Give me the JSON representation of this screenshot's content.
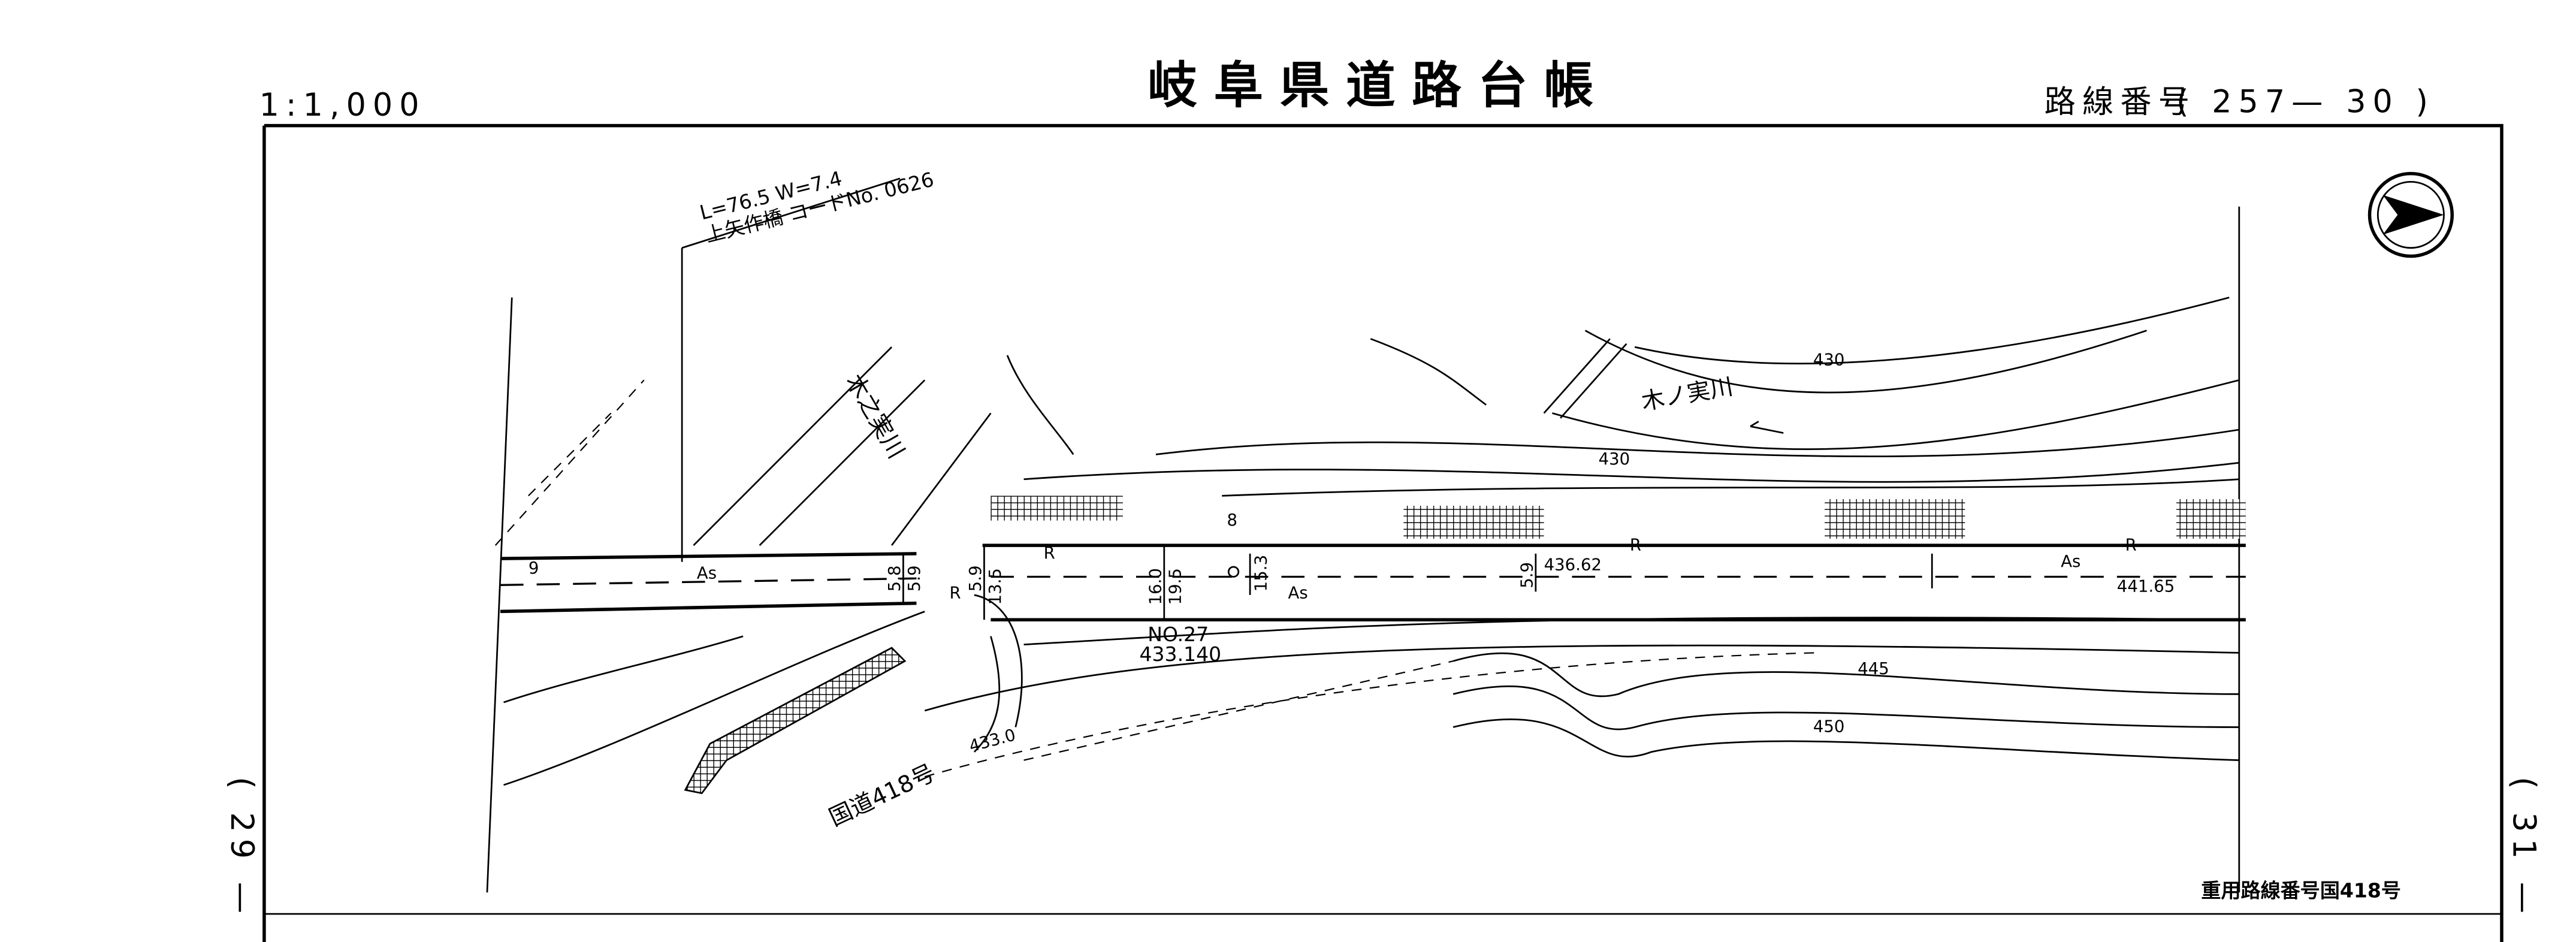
{
  "header": {
    "scale": "1:1,000",
    "title": "岐阜県道路台帳",
    "route_number_label": "路線番号",
    "route_number": "( 257— 30 )"
  },
  "side_labels": {
    "left_sheet": "( 29 —",
    "right_sheet": "( 31 —"
  },
  "footer": {
    "overlap_route": "重用路線番号国418号"
  },
  "map": {
    "bridge_dims": "L=76.5  W=7.4",
    "bridge_name": "上矢作橋  コードNo. 0626",
    "river_main": "木ノ実川",
    "river_side": "木之実川",
    "national_road": "国道418号",
    "station_no": "NO.27",
    "station_elev": "433.140",
    "contours": [
      "430",
      "430",
      "445",
      "450"
    ],
    "spot_elev_1": "433.0",
    "spot_elev_2": "436.62",
    "spot_elev_3": "441.65",
    "surface_labels": [
      "As",
      "As",
      "As"
    ],
    "curb_labels": [
      "R",
      "R",
      "R",
      "R"
    ],
    "station_marks": [
      "9",
      "8"
    ],
    "widths": [
      {
        "top": "5.8",
        "bottom": "5.9"
      },
      {
        "top": "5.9",
        "bottom": "13.5"
      },
      {
        "top": "16.0",
        "bottom": "19.5"
      },
      {
        "top": "15.3",
        "bottom": ""
      },
      {
        "top": "5.9",
        "bottom": ""
      }
    ]
  }
}
